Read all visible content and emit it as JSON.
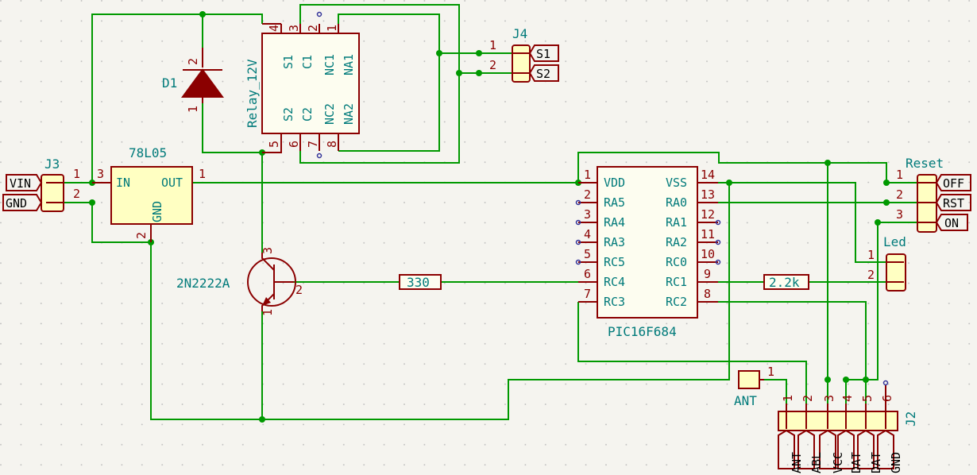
{
  "components": {
    "j3": {
      "ref": "J3",
      "pins": [
        "1",
        "2"
      ],
      "labels": [
        "VIN",
        "GND"
      ]
    },
    "j4": {
      "ref": "J4",
      "pins": [
        "1",
        "2"
      ],
      "labels": [
        "S1",
        "S2"
      ]
    },
    "d1": {
      "ref": "D1",
      "pins": [
        "2",
        "1"
      ]
    },
    "relay": {
      "value": "Relay_12V",
      "top_pins": [
        "4",
        "3",
        "2",
        "1"
      ],
      "top_names": [
        "S1",
        "C1",
        "NC1",
        "NA1"
      ],
      "bottom_pins": [
        "5",
        "6",
        "7",
        "8"
      ],
      "bottom_names": [
        "S2",
        "C2",
        "NC2",
        "NA2"
      ]
    },
    "reg": {
      "value": "78L05",
      "in": "IN",
      "out": "OUT",
      "gnd": "GND",
      "pin_in": "3",
      "pin_out": "1",
      "pin_gnd": "2"
    },
    "q1": {
      "value": "2N2222A",
      "pins": [
        "3",
        "2",
        "1"
      ]
    },
    "r1": {
      "value": "330"
    },
    "r2": {
      "value": "2.2k"
    },
    "mcu": {
      "value": "PIC16F684",
      "left_pins": [
        "1",
        "2",
        "3",
        "4",
        "5",
        "6",
        "7"
      ],
      "left_names": [
        "VDD",
        "RA5",
        "RA4",
        "RA3",
        "RC5",
        "RC4",
        "RC3"
      ],
      "right_pins": [
        "14",
        "13",
        "12",
        "11",
        "10",
        "9",
        "8"
      ],
      "right_names": [
        "VSS",
        "RA0",
        "RA1",
        "RA2",
        "RC0",
        "RC1",
        "RC2"
      ]
    },
    "reset": {
      "ref": "Reset",
      "pins": [
        "1",
        "2",
        "3"
      ],
      "labels": [
        "OFF",
        "RST",
        "ON"
      ]
    },
    "led": {
      "ref": "Led",
      "pins": [
        "1",
        "2"
      ]
    },
    "ant": {
      "ref": "ANT",
      "pin": "1"
    },
    "j2": {
      "ref": "J2",
      "pins": [
        "1",
        "2",
        "3",
        "4",
        "5",
        "6"
      ],
      "labels": [
        "ANT",
        "ABL",
        "VCC",
        "DAT",
        "DAT",
        "GND"
      ]
    }
  }
}
